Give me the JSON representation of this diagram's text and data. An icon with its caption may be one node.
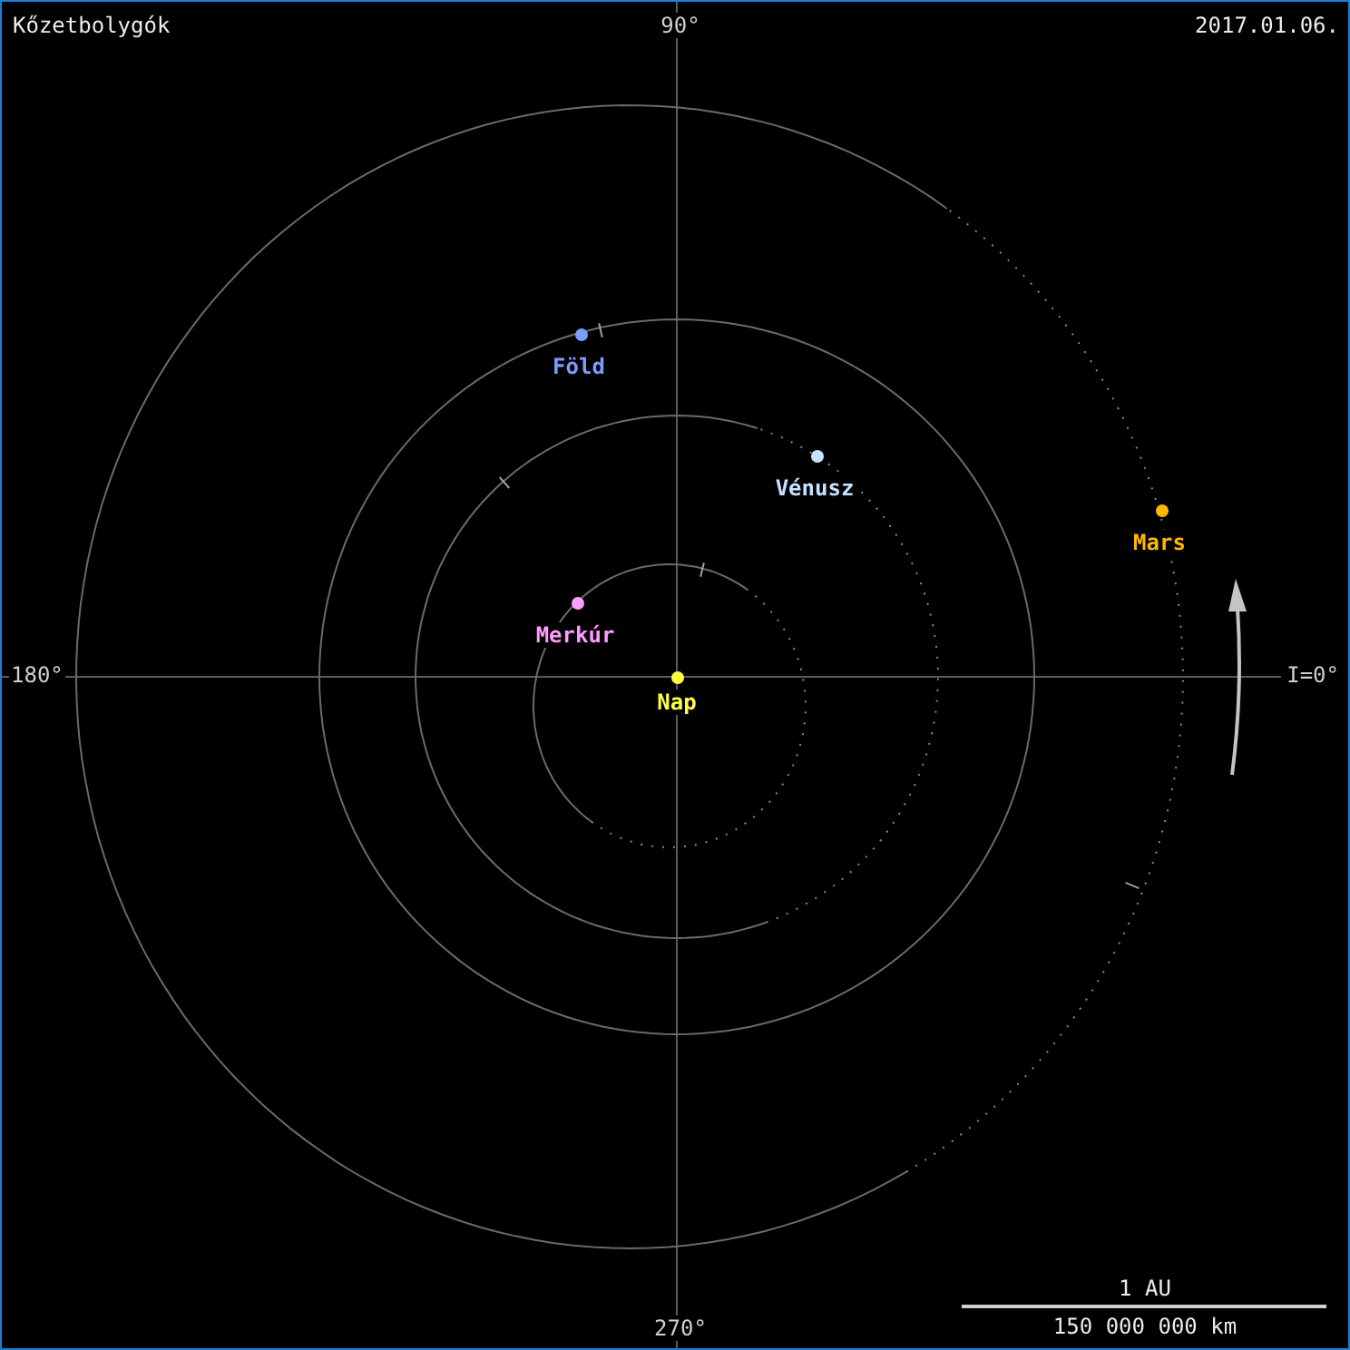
{
  "diagram": {
    "title": "Kőzetbolygók",
    "labels": [
      "90°",
      "2017.01.06.",
      "Föld",
      "Vénusz",
      "Mars",
      "Merkúr",
      "180°",
      "I=0°",
      "Nap",
      "270°",
      "1 AU",
      "150 000 000 km"
    ]
  }
}
